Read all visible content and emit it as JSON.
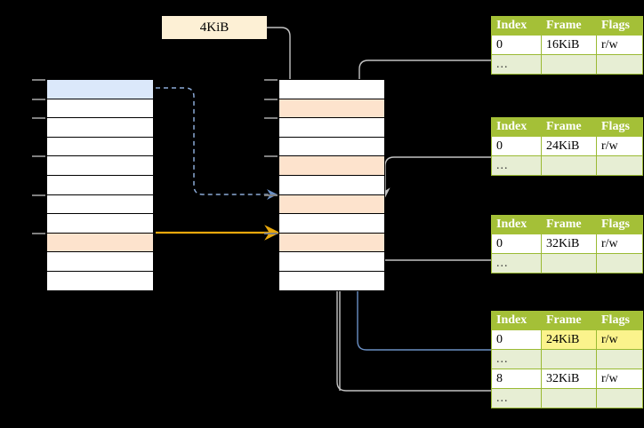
{
  "diagram": {
    "title_label": {
      "text": "4KiB"
    },
    "left_column": {
      "name": "virtual-address-space",
      "rows": [
        {
          "id": "l0",
          "fill": "blue",
          "label": ""
        },
        {
          "id": "l1",
          "fill": "white",
          "label": ""
        },
        {
          "id": "l2",
          "fill": "white",
          "label": ""
        },
        {
          "id": "l3",
          "fill": "white",
          "label": ""
        },
        {
          "id": "l4",
          "fill": "white",
          "label": ""
        },
        {
          "id": "l5",
          "fill": "white",
          "label": ""
        },
        {
          "id": "l6",
          "fill": "white",
          "label": ""
        },
        {
          "id": "l7",
          "fill": "white",
          "label": ""
        },
        {
          "id": "l8",
          "fill": "peach",
          "label": ""
        },
        {
          "id": "l9",
          "fill": "white",
          "label": ""
        },
        {
          "id": "l10",
          "fill": "white",
          "label": ""
        }
      ]
    },
    "middle_column": {
      "name": "physical-memory",
      "rows": [
        {
          "id": "m0",
          "fill": "white",
          "label": ""
        },
        {
          "id": "m1",
          "fill": "peach",
          "label": ""
        },
        {
          "id": "m2",
          "fill": "white",
          "label": ""
        },
        {
          "id": "m3",
          "fill": "white",
          "label": ""
        },
        {
          "id": "m4",
          "fill": "peach",
          "label": ""
        },
        {
          "id": "m5",
          "fill": "white",
          "label": ""
        },
        {
          "id": "m6",
          "fill": "peach",
          "label": ""
        },
        {
          "id": "m7",
          "fill": "white",
          "label": ""
        },
        {
          "id": "m8",
          "fill": "peach",
          "label": ""
        },
        {
          "id": "m9",
          "fill": "white",
          "label": ""
        },
        {
          "id": "m10",
          "fill": "white",
          "label": ""
        }
      ]
    },
    "tables": [
      {
        "name": "page-table-level-1",
        "headers": [
          "Index",
          "Frame",
          "Flags"
        ],
        "rows": [
          {
            "cells": [
              "0",
              "16KiB",
              "r/w"
            ],
            "style": "normal",
            "highlight": [
              false,
              false,
              false
            ]
          },
          {
            "cells": [
              "...",
              "",
              ""
            ],
            "style": "dots",
            "highlight": [
              false,
              false,
              false
            ]
          }
        ]
      },
      {
        "name": "page-table-level-2",
        "headers": [
          "Index",
          "Frame",
          "Flags"
        ],
        "rows": [
          {
            "cells": [
              "0",
              "24KiB",
              "r/w"
            ],
            "style": "normal",
            "highlight": [
              false,
              false,
              false
            ]
          },
          {
            "cells": [
              "...",
              "",
              ""
            ],
            "style": "dots",
            "highlight": [
              false,
              false,
              false
            ]
          }
        ]
      },
      {
        "name": "page-table-level-3",
        "headers": [
          "Index",
          "Frame",
          "Flags"
        ],
        "rows": [
          {
            "cells": [
              "0",
              "32KiB",
              "r/w"
            ],
            "style": "normal",
            "highlight": [
              false,
              false,
              false
            ]
          },
          {
            "cells": [
              "...",
              "",
              ""
            ],
            "style": "dots",
            "highlight": [
              false,
              false,
              false
            ]
          }
        ]
      },
      {
        "name": "page-table-level-4",
        "headers": [
          "Index",
          "Frame",
          "Flags"
        ],
        "rows": [
          {
            "cells": [
              "0",
              "24KiB",
              "r/w"
            ],
            "style": "normal",
            "highlight": [
              false,
              true,
              true
            ]
          },
          {
            "cells": [
              "...",
              "",
              ""
            ],
            "style": "dots",
            "highlight": [
              false,
              false,
              false
            ]
          },
          {
            "cells": [
              "8",
              "32KiB",
              "r/w"
            ],
            "style": "normal",
            "highlight": [
              false,
              false,
              false
            ]
          },
          {
            "cells": [
              "...",
              "",
              ""
            ],
            "style": "dots",
            "highlight": [
              false,
              false,
              false
            ]
          }
        ]
      }
    ],
    "colors": {
      "header_green": "#a4c037",
      "row_green": "#e7eed4",
      "highlight_yellow": "#fbf38c",
      "blue_fill": "#dbe8fa",
      "peach_fill": "#fde3cd",
      "label_fill": "#fdf0d5",
      "orange_arrow": "#e8a80c",
      "blue_arrow": "#6a8fc4",
      "gray_wire": "#b8b8b8",
      "background": "#000000"
    }
  }
}
